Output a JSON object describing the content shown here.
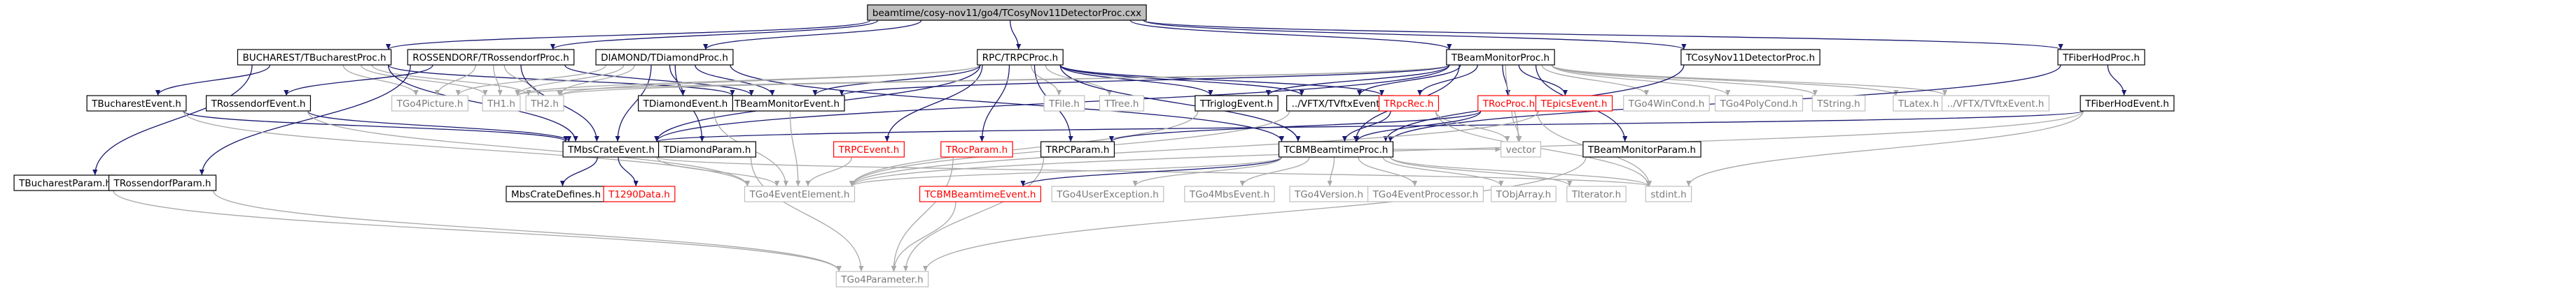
{
  "diagram": {
    "nodes": [
      {
        "id": "root",
        "label": "beamtime/cosy-nov11/go4/TCosyNov11DetectorProc.cxx",
        "style": "root"
      },
      {
        "id": "bp",
        "label": "BUCHAREST/TBucharestProc.h",
        "style": "normal"
      },
      {
        "id": "rp",
        "label": "ROSSENDORF/TRossendorfProc.h",
        "style": "normal"
      },
      {
        "id": "dp",
        "label": "DIAMOND/TDiamondProc.h",
        "style": "normal"
      },
      {
        "id": "rpc",
        "label": "RPC/TRPCProc.h",
        "style": "normal"
      },
      {
        "id": "bmp",
        "label": "TBeamMonitorProc.h",
        "style": "normal"
      },
      {
        "id": "cosy",
        "label": "TCosyNov11DetectorProc.h",
        "style": "normal"
      },
      {
        "id": "fhp",
        "label": "TFiberHodProc.h",
        "style": "normal"
      },
      {
        "id": "bparam",
        "label": "TBucharestParam.h",
        "style": "normal"
      },
      {
        "id": "rparam",
        "label": "TRossendorfParam.h",
        "style": "normal"
      },
      {
        "id": "bev",
        "label": "TBucharestEvent.h",
        "style": "normal"
      },
      {
        "id": "rev",
        "label": "TRossendorfEvent.h",
        "style": "normal"
      },
      {
        "id": "g4pic",
        "label": "TGo4Picture.h",
        "style": "gray"
      },
      {
        "id": "th1",
        "label": "TH1.h",
        "style": "gray"
      },
      {
        "id": "th2",
        "label": "TH2.h",
        "style": "gray"
      },
      {
        "id": "bmev",
        "label": "TBeamMonitorEvent.h",
        "style": "normal"
      },
      {
        "id": "dev",
        "label": "TDiamondEvent.h",
        "style": "normal"
      },
      {
        "id": "tfile",
        "label": "TFile.h",
        "style": "gray"
      },
      {
        "id": "ttree",
        "label": "TTree.h",
        "style": "gray"
      },
      {
        "id": "tev",
        "label": "TTriglogEvent.h",
        "style": "normal"
      },
      {
        "id": "vftx",
        "label": "../VFTX/TVftxEvent.h",
        "style": "normal"
      },
      {
        "id": "rpcrec",
        "label": "TRpcRec.h",
        "style": "red"
      },
      {
        "id": "rocp",
        "label": "TRocProc.h",
        "style": "red"
      },
      {
        "id": "epics",
        "label": "TEpicsEvent.h",
        "style": "red"
      },
      {
        "id": "wincond",
        "label": "TGo4WinCond.h",
        "style": "gray"
      },
      {
        "id": "polycond",
        "label": "TGo4PolyCond.h",
        "style": "gray"
      },
      {
        "id": "tstring",
        "label": "TString.h",
        "style": "gray"
      },
      {
        "id": "tlatex",
        "label": "TLatex.h",
        "style": "gray"
      },
      {
        "id": "vftx2",
        "label": "../VFTX/TVftxEvent.h",
        "style": "gray"
      },
      {
        "id": "fhev",
        "label": "TFiberHodEvent.h",
        "style": "normal"
      },
      {
        "id": "mbs",
        "label": "TMbsCrateEvent.h",
        "style": "normal"
      },
      {
        "id": "dparam",
        "label": "TDiamondParam.h",
        "style": "normal"
      },
      {
        "id": "rpcev",
        "label": "TRPCEvent.h",
        "style": "red"
      },
      {
        "id": "rocparam",
        "label": "TRocParam.h",
        "style": "red"
      },
      {
        "id": "rpcparam",
        "label": "TRPCParam.h",
        "style": "normal"
      },
      {
        "id": "cbm",
        "label": "TCBMBeamtimeProc.h",
        "style": "normal"
      },
      {
        "id": "vector",
        "label": "vector",
        "style": "gray"
      },
      {
        "id": "bmparam",
        "label": "TBeamMonitorParam.h",
        "style": "normal"
      },
      {
        "id": "mbsdef",
        "label": "MbsCrateDefines.h",
        "style": "normal"
      },
      {
        "id": "t1290",
        "label": "T1290Data.h",
        "style": "red"
      },
      {
        "id": "g4ev",
        "label": "TGo4EventElement.h",
        "style": "gray"
      },
      {
        "id": "cbmev",
        "label": "TCBMBeamtimeEvent.h",
        "style": "red"
      },
      {
        "id": "userexc",
        "label": "TGo4UserException.h",
        "style": "gray"
      },
      {
        "id": "mbsev",
        "label": "TGo4MbsEvent.h",
        "style": "gray"
      },
      {
        "id": "version",
        "label": "TGo4Version.h",
        "style": "gray"
      },
      {
        "id": "evproc",
        "label": "TGo4EventProcessor.h",
        "style": "gray"
      },
      {
        "id": "objarr",
        "label": "TObjArray.h",
        "style": "gray"
      },
      {
        "id": "titer",
        "label": "TIterator.h",
        "style": "gray"
      },
      {
        "id": "stdint",
        "label": "stdint.h",
        "style": "gray"
      },
      {
        "id": "g4param",
        "label": "TGo4Parameter.h",
        "style": "gray"
      }
    ],
    "edges": [
      [
        "root",
        "bp"
      ],
      [
        "root",
        "rp"
      ],
      [
        "root",
        "dp"
      ],
      [
        "root",
        "rpc"
      ],
      [
        "root",
        "bmp"
      ],
      [
        "root",
        "cosy"
      ],
      [
        "root",
        "fhp"
      ],
      [
        "bp",
        "bparam"
      ],
      [
        "bp",
        "bev"
      ],
      [
        "bp",
        "g4pic"
      ],
      [
        "bp",
        "th1"
      ],
      [
        "bp",
        "th2"
      ],
      [
        "bp",
        "mbs"
      ],
      [
        "bp",
        "bmev"
      ],
      [
        "rp",
        "rparam"
      ],
      [
        "rp",
        "rev"
      ],
      [
        "rp",
        "g4pic"
      ],
      [
        "rp",
        "th1"
      ],
      [
        "rp",
        "th2"
      ],
      [
        "rp",
        "mbs"
      ],
      [
        "rp",
        "bmev"
      ],
      [
        "dp",
        "dev"
      ],
      [
        "dp",
        "dparam"
      ],
      [
        "dp",
        "g4pic"
      ],
      [
        "dp",
        "th1"
      ],
      [
        "dp",
        "th2"
      ],
      [
        "dp",
        "mbs"
      ],
      [
        "dp",
        "cbm"
      ],
      [
        "dp",
        "bmev"
      ],
      [
        "rpc",
        "tfile"
      ],
      [
        "rpc",
        "ttree"
      ],
      [
        "rpc",
        "tev"
      ],
      [
        "rpc",
        "vftx"
      ],
      [
        "rpc",
        "rpcrec"
      ],
      [
        "rpc",
        "rpcev"
      ],
      [
        "rpc",
        "rocparam"
      ],
      [
        "rpc",
        "rpcparam"
      ],
      [
        "rpc",
        "cbm"
      ],
      [
        "rpc",
        "th1"
      ],
      [
        "rpc",
        "th2"
      ],
      [
        "rpc",
        "mbs"
      ],
      [
        "rpc",
        "bmev"
      ],
      [
        "bmp",
        "tev"
      ],
      [
        "bmp",
        "vftx"
      ],
      [
        "bmp",
        "rpcrec"
      ],
      [
        "bmp",
        "rocp"
      ],
      [
        "bmp",
        "epics"
      ],
      [
        "bmp",
        "wincond"
      ],
      [
        "bmp",
        "polycond"
      ],
      [
        "bmp",
        "tstring"
      ],
      [
        "bmp",
        "tlatex"
      ],
      [
        "bmp",
        "vftx2"
      ],
      [
        "bmp",
        "bmparam"
      ],
      [
        "bmp",
        "cbm"
      ],
      [
        "bmp",
        "vector"
      ],
      [
        "bmp",
        "th1"
      ],
      [
        "bmp",
        "th2"
      ],
      [
        "bmp",
        "bmev"
      ],
      [
        "bmp",
        "mbs"
      ],
      [
        "cosy",
        "cbm"
      ],
      [
        "fhp",
        "fhev"
      ],
      [
        "fhp",
        "cbm"
      ],
      [
        "fhev",
        "g4ev"
      ],
      [
        "fhev",
        "stdint"
      ],
      [
        "fhev",
        "mbs"
      ],
      [
        "bev",
        "mbs"
      ],
      [
        "bev",
        "g4ev"
      ],
      [
        "rev",
        "mbs"
      ],
      [
        "rev",
        "g4ev"
      ],
      [
        "bparam",
        "g4param"
      ],
      [
        "rparam",
        "g4param"
      ],
      [
        "dparam",
        "g4param"
      ],
      [
        "rpcparam",
        "g4param"
      ],
      [
        "rocparam",
        "g4param"
      ],
      [
        "bmparam",
        "g4param"
      ],
      [
        "bmev",
        "g4ev"
      ],
      [
        "dev",
        "g4ev"
      ],
      [
        "tev",
        "g4ev"
      ],
      [
        "vftx",
        "g4ev"
      ],
      [
        "epics",
        "g4ev"
      ],
      [
        "rpcev",
        "g4ev"
      ],
      [
        "rpcrec",
        "vector"
      ],
      [
        "rpcrec",
        "stdint"
      ],
      [
        "rpcrec",
        "cbm"
      ],
      [
        "rocp",
        "vector"
      ],
      [
        "rocp",
        "stdint"
      ],
      [
        "rocp",
        "cbm"
      ],
      [
        "rocp",
        "rpcparam"
      ],
      [
        "mbs",
        "mbsdef"
      ],
      [
        "mbs",
        "t1290"
      ],
      [
        "mbs",
        "g4ev"
      ],
      [
        "mbs",
        "stdint"
      ],
      [
        "cbm",
        "g4ev"
      ],
      [
        "cbm",
        "cbmev"
      ],
      [
        "cbm",
        "userexc"
      ],
      [
        "cbm",
        "mbsev"
      ],
      [
        "cbm",
        "version"
      ],
      [
        "cbm",
        "evproc"
      ],
      [
        "cbm",
        "objarr"
      ],
      [
        "cbm",
        "titer"
      ],
      [
        "cbm",
        "stdint"
      ],
      [
        "cbm",
        "vector"
      ],
      [
        "cbmev",
        "g4param"
      ]
    ]
  }
}
